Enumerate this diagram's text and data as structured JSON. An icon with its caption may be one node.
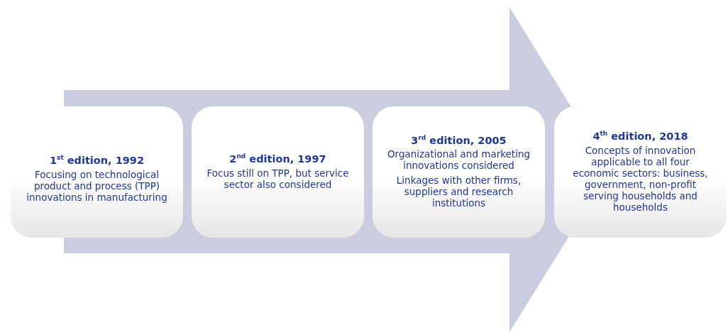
{
  "diagram": {
    "nodes": [
      {
        "text": [
          "1$^{st}$ edition, 1992",
          "Focusing on technological product and process (TPP) innovations in manufacturing"
        ]
      },
      {
        "text": [
          "2$^{nd}$ edition, 1997",
          "Focus still on TPP, but service sector also considered"
        ]
      },
      {
        "text": [
          "3$^{rd}$ edition, 2005",
          "Organizational and marketing innovations considered",
          "Linkages with other firms, suppliers and research institutions"
        ]
      },
      {
        "text": [
          "4$^{th}$ edition, 2018",
          "Concepts of innovation applicable to all four economic sectors: business, government, non-profit serving households and households"
        ]
      }
    ],
    "edges": [
      {
        "from": 0,
        "to": 3,
        "arrow": "to"
      }
    ]
  }
}
